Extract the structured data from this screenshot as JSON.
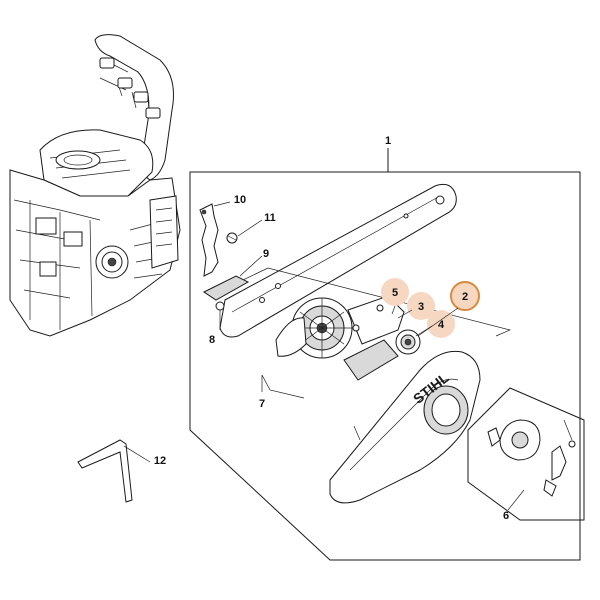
{
  "diagram": {
    "callouts": {
      "c1": "1",
      "c2": "2",
      "c3": "3",
      "c4": "4",
      "c5": "5",
      "c6": "6",
      "c7": "7",
      "c8": "8",
      "c9": "9",
      "c10": "10",
      "c11": "11",
      "c12": "12"
    },
    "brand_text": "STIHL",
    "colors": {
      "line": "#1a1a1a",
      "highlight_fill": "#f6d7c2",
      "selected_ring": "#d98a3d"
    }
  }
}
